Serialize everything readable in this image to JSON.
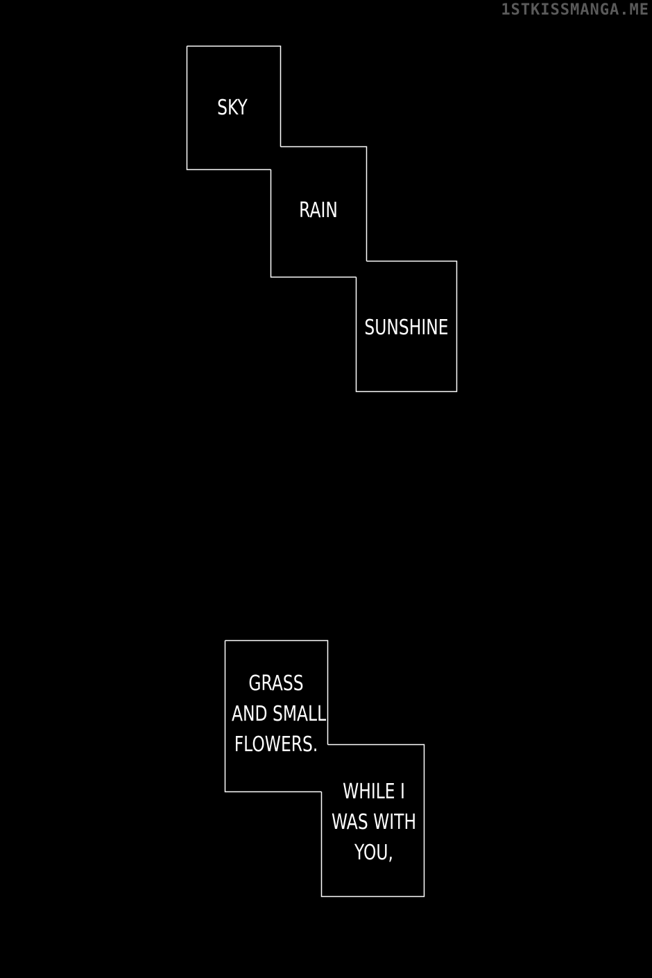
{
  "watermark": "1STKISSMANGA.ME",
  "colors": {
    "background": "#000000",
    "text": "#ffffff",
    "panel_border": "#ffffff",
    "watermark": "#5a5a5a"
  },
  "captions": {
    "sky": "SKY",
    "rain": "RAIN",
    "sunshine": "SUNSHINE",
    "grass_line1": "GRASS",
    "grass_line2": "AND SMALL",
    "grass_line3": "FLOWERS.",
    "while_line1": "WHILE I",
    "while_line2": "WAS WITH",
    "while_line3": "YOU,"
  }
}
